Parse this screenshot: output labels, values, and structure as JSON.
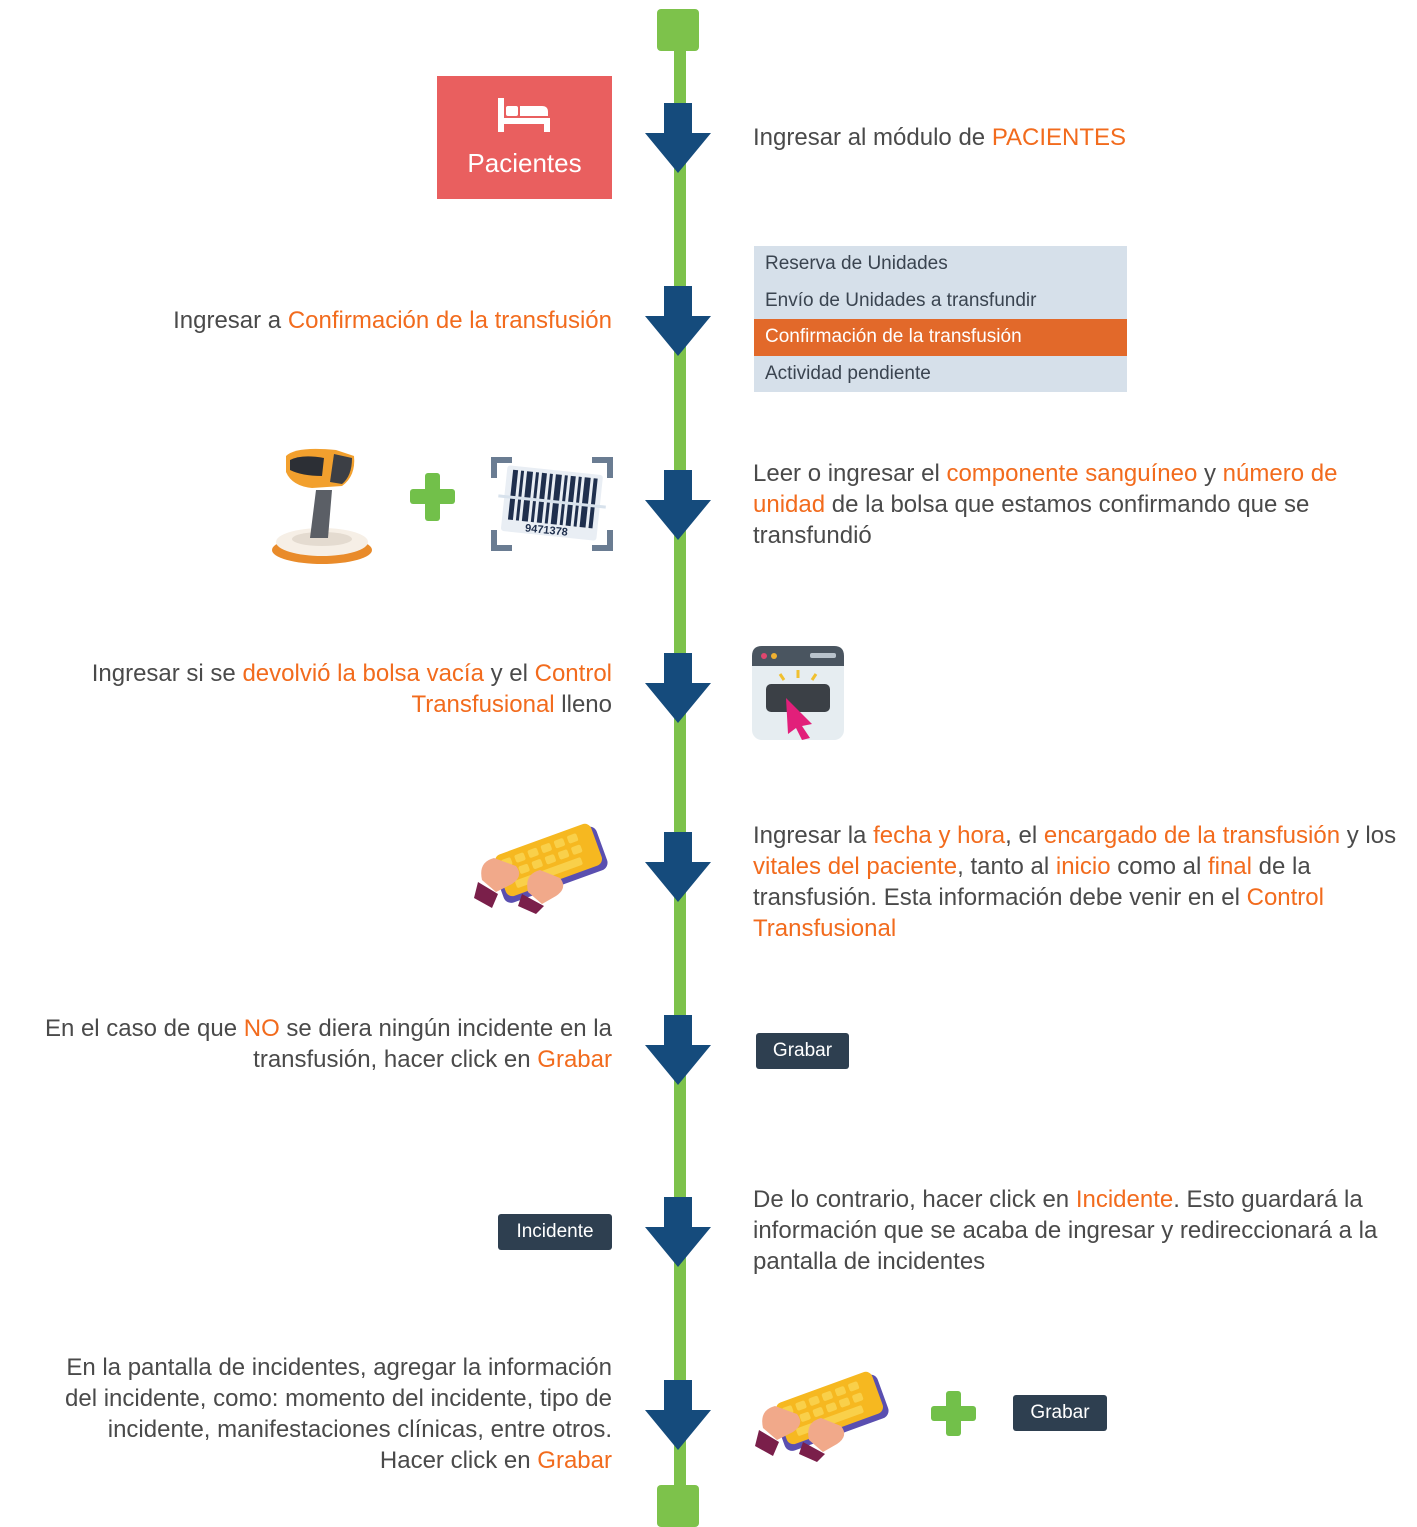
{
  "pacientes_card": {
    "label": "Pacientes"
  },
  "menu": {
    "items": [
      {
        "label": "Reserva de Unidades"
      },
      {
        "label": "Envío de Unidades a transfundir"
      },
      {
        "label": "Confirmación de la transfusión"
      },
      {
        "label": "Actividad pendiente"
      }
    ],
    "active_index": 2
  },
  "steps": {
    "s1": {
      "a": "Ingresar al módulo de ",
      "b": "PACIENTES"
    },
    "s2": {
      "a": "Ingresar a ",
      "b": "Confirmación de la transfusión"
    },
    "s3": {
      "a": "Leer o ingresar el ",
      "b": "componente sanguíneo",
      "c": " y ",
      "d": "número de unidad",
      "e": " de la bolsa que estamos confirmando que se transfundió"
    },
    "s4": {
      "a": "Ingresar si se ",
      "b": "devolvió la bolsa vacía",
      "c": " y el ",
      "d": "Control Transfusional",
      "e": " lleno"
    },
    "s5": {
      "a": "Ingresar la ",
      "b": "fecha y hora",
      "c": ", el ",
      "d": "encargado de la transfusión",
      "e": " y los ",
      "f": "vitales del paciente",
      "g": ", tanto al ",
      "h": "inicio",
      "i": " como al ",
      "j": "final",
      "k": " de la transfusión. Esta información debe venir en el ",
      "l": "Control Transfusional"
    },
    "s6": {
      "a": "En el caso de que ",
      "b": "NO",
      "c": " se diera ningún incidente en la transfusión, hacer click en ",
      "d": "Grabar"
    },
    "s7": {
      "a": "De lo contrario, hacer click en ",
      "b": "Incidente",
      "c": ". Esto guardará la información que se acaba de ingresar y redireccionará a la pantalla de incidentes"
    },
    "s8": {
      "a": "En la pantalla de incidentes, agregar la información del incidente, como: momento del incidente, tipo de incidente, manifestaciones clínicas, entre otros. Hacer click en ",
      "b": "Grabar"
    }
  },
  "buttons": {
    "grabar": "Grabar",
    "incidente": "Incidente",
    "grabar2": "Grabar"
  },
  "barcode": {
    "number": "9471378"
  },
  "colors": {
    "timeline": "#7dc24b",
    "arrow": "#154b7c",
    "highlight": "#f26b1d",
    "pacientes_card": "#e95f5f",
    "menu_active": "#e2692a",
    "button": "#2e3f50"
  }
}
